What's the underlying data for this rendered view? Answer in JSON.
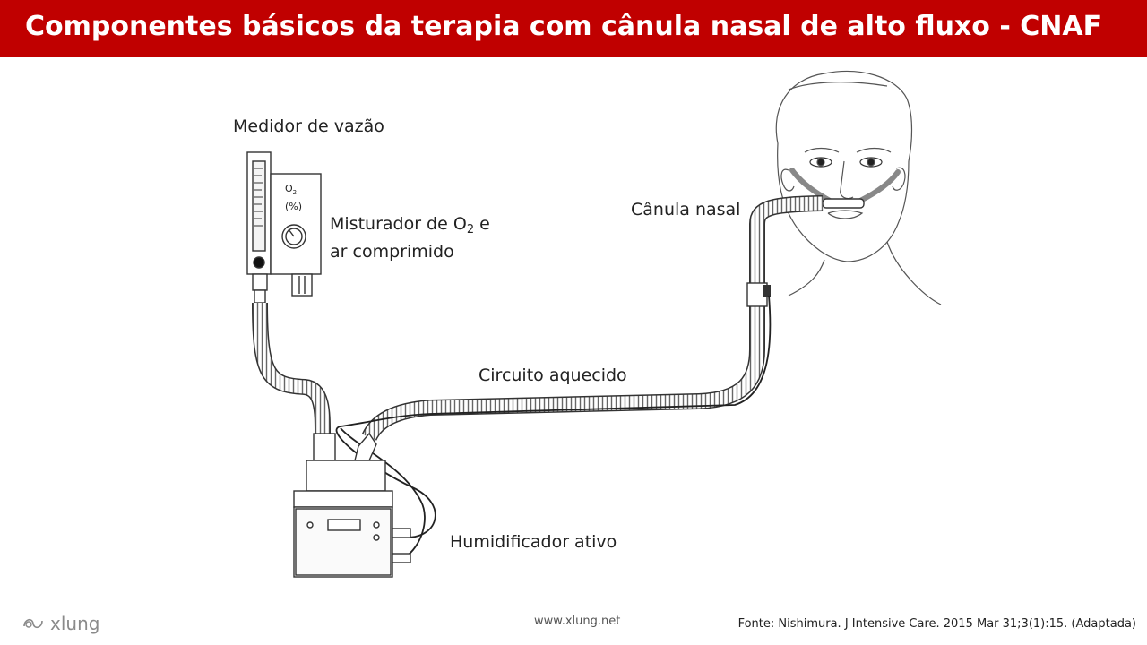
{
  "title": "Componentes básicos da terapia com cânula nasal de alto fluxo - CNAF",
  "labels": {
    "flow_meter": "Medidor de vazão",
    "blender_line1_prefix": "Misturador de O",
    "blender_line1_sub": "2",
    "blender_line1_suffix": " e",
    "blender_line2": "ar comprimido",
    "nasal_cannula": "Cânula nasal",
    "heated_circuit": "Circuito aquecido",
    "humidifier": "Humidificador ativo"
  },
  "blender_device": {
    "o2": "O",
    "o2_sub": "2",
    "percent": "(%)"
  },
  "footer": {
    "logo_text": "xlung",
    "url": "www.xlung.net",
    "source": "Fonte: Nishimura. J Intensive Care. 2015 Mar 31;3(1):15. (Adaptada)"
  },
  "colors": {
    "title_bar": "#c00000",
    "title_text": "#ffffff",
    "line_art": "#333333"
  }
}
